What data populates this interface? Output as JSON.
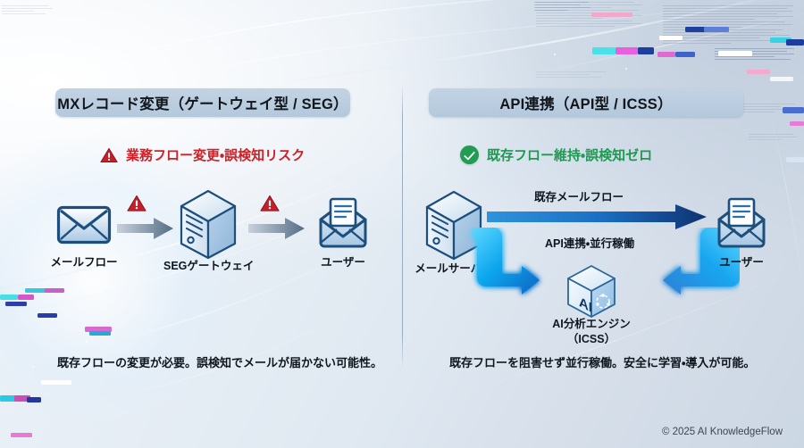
{
  "panels": [
    {
      "id": "left",
      "title": "MXレコード変更（ゲートウェイ型 / SEG）",
      "status": {
        "icon": "warning-triangle-icon",
        "text": "業務フロー変更・誤検知リスク",
        "color": "#cf2026"
      },
      "nodes": [
        {
          "id": "mail-flow",
          "icon": "closed-envelope-icon",
          "label": "メールフロー"
        },
        {
          "id": "seg-gateway",
          "icon": "server-icon",
          "label": "SEGゲートウェイ"
        },
        {
          "id": "user",
          "icon": "open-envelope-icon",
          "label": "ユーザー"
        }
      ],
      "connectors": [
        {
          "id": "arrow-1",
          "style": "gray-arrow",
          "badge": "warning-triangle-icon"
        },
        {
          "id": "arrow-2",
          "style": "gray-arrow",
          "badge": "warning-triangle-icon"
        }
      ],
      "caption": "既存フローの変更が必要。誤検知でメールが届かない可能性。"
    },
    {
      "id": "right",
      "title": "API連携（API型 / ICSS）",
      "status": {
        "icon": "check-circle-icon",
        "text": "既存フロー維持・誤検知ゼロ",
        "color": "#1d9a51"
      },
      "nodes": [
        {
          "id": "mail-server",
          "icon": "server-icon",
          "label": "メールサーバー"
        },
        {
          "id": "ai-engine",
          "icon": "ai-cube-icon",
          "label": "AI分析エンジン",
          "label2": "（ICSS）"
        },
        {
          "id": "user",
          "icon": "open-envelope-icon",
          "label": "ユーザー"
        }
      ],
      "connectors": [
        {
          "id": "mail-flow-arrow",
          "style": "blue-arrow",
          "label": "既存メールフロー"
        },
        {
          "id": "api-link-arrows",
          "style": "cyan-arrows",
          "label": "API連携・並行稼働"
        }
      ],
      "caption": "既存フローを阻害せず並行稼働。安全に学習・導入が可能。"
    }
  ],
  "footer": {
    "copyright": "© 2025 AI KnowledgeFlow"
  },
  "colors": {
    "pill_bg": "#b4c8dc",
    "risk_red": "#cf2026",
    "ok_green": "#1d9a51",
    "blue_arrow_start": "#1a7fd4",
    "blue_arrow_end": "#12387f",
    "cyan_arrow": "#16b8f3",
    "icon_outline": "#1d4f7c",
    "background": "#dfe7ee"
  }
}
